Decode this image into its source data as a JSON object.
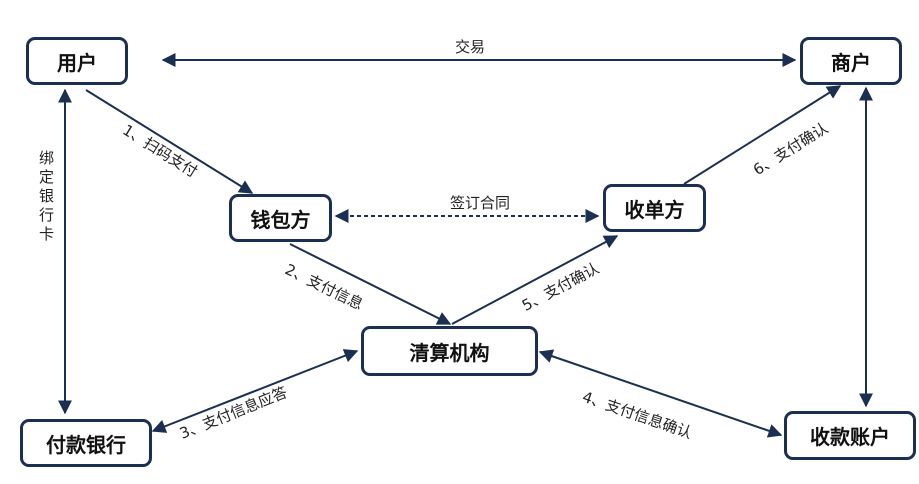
{
  "nodes": {
    "user": "用户",
    "merchant": "商户",
    "wallet": "钱包方",
    "acquirer": "收单方",
    "clearing": "清算机构",
    "payer_bank": "付款银行",
    "payee_account": "收款账户"
  },
  "edges": {
    "trade": "交易",
    "bind_card": "绑定银行卡",
    "step1": "1、扫码支付",
    "contract": "签订合同",
    "step2": "2、支付信息",
    "step3": "3、支付信息应答",
    "step4": "4、支付信息确认",
    "step5": "5、支付确认",
    "step6": "6、支付确认"
  },
  "colors": {
    "line": "#1b2f52",
    "text": "#222222"
  }
}
